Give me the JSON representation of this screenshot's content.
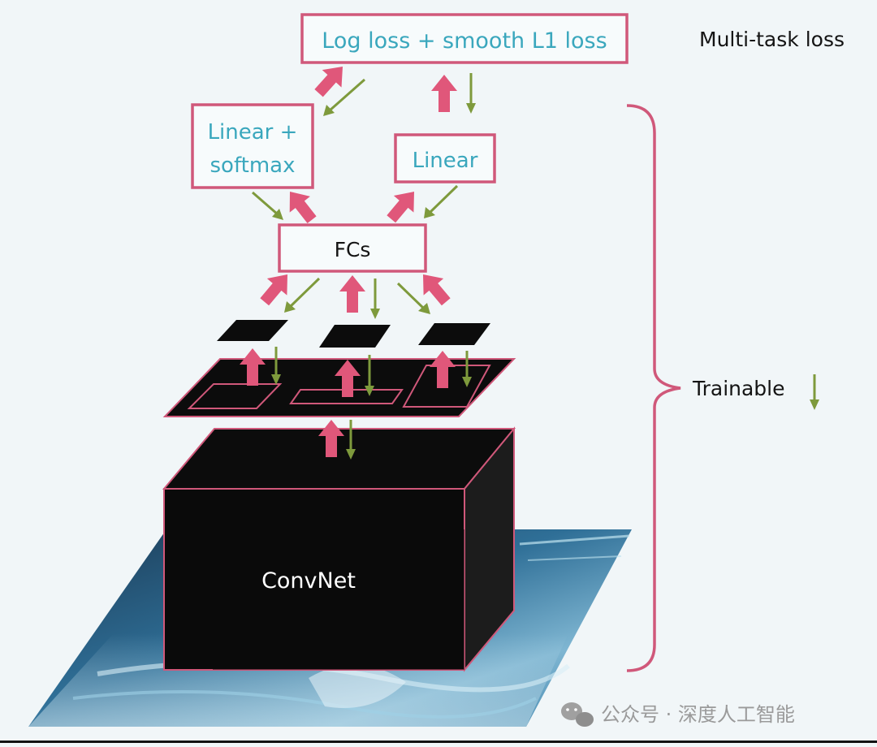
{
  "boxes": {
    "loss": "Log loss + smooth L1 loss",
    "cls_line1": "Linear +",
    "cls_line2": "softmax",
    "reg": "Linear",
    "fcs": "FCs",
    "convnet": "ConvNet"
  },
  "side_labels": {
    "multi_task": "Multi-task loss",
    "trainable": "Trainable"
  },
  "watermark": "公众号 · 深度人工智能",
  "colors": {
    "forward_arrow": "#e0577a",
    "backward_arrow": "#7e9a3c",
    "box_border": "#d0587a",
    "box_text": "#3aa7bd",
    "feature_fill": "#0e0e0e"
  }
}
